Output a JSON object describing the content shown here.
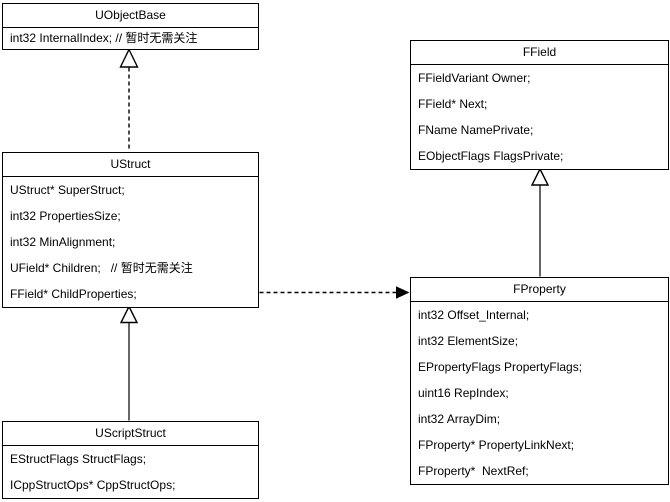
{
  "diagram": {
    "kind": "uml-class-diagram",
    "classes": {
      "uobjectbase": {
        "title": "UObjectBase",
        "fields": [
          "int32 InternalIndex; // 暂时无需关注"
        ]
      },
      "ustruct": {
        "title": "UStruct",
        "fields": [
          "UStruct* SuperStruct;",
          "int32 PropertiesSize;",
          "int32 MinAlignment;",
          "UField* Children;   // 暂时无需关注",
          "FField* ChildProperties;"
        ]
      },
      "uscriptstruct": {
        "title": "UScriptStruct",
        "fields": [
          "EStructFlags StructFlags;",
          "ICppStructOps* CppStructOps;"
        ]
      },
      "ffield": {
        "title": "FField",
        "fields": [
          "FFieldVariant Owner;",
          "FField* Next;",
          "FName NamePrivate;",
          "EObjectFlags FlagsPrivate;"
        ]
      },
      "fproperty": {
        "title": "FProperty",
        "fields": [
          "int32 Offset_Internal;",
          "int32 ElementSize;",
          "EPropertyFlags PropertyFlags;",
          "uint16 RepIndex;",
          "int32 ArrayDim;",
          "FProperty* PropertyLinkNext;",
          "FProperty*  NextRef;"
        ]
      }
    },
    "relations": [
      {
        "from": "UStruct",
        "to": "UObjectBase",
        "type": "generalization",
        "line": "dashed",
        "head": "hollow-triangle"
      },
      {
        "from": "UScriptStruct",
        "to": "UStruct",
        "type": "generalization",
        "line": "solid",
        "head": "hollow-triangle"
      },
      {
        "from": "FProperty",
        "to": "FField",
        "type": "generalization",
        "line": "solid",
        "head": "hollow-triangle"
      },
      {
        "from": "UStruct",
        "to": "FProperty",
        "type": "dependency",
        "line": "dashed",
        "head": "filled-arrow"
      }
    ],
    "colors": {
      "border": "#000000",
      "text": "#000000",
      "fill": "#ffffff",
      "connector_solid": "#666666",
      "connector_dashed": "#000000"
    }
  }
}
